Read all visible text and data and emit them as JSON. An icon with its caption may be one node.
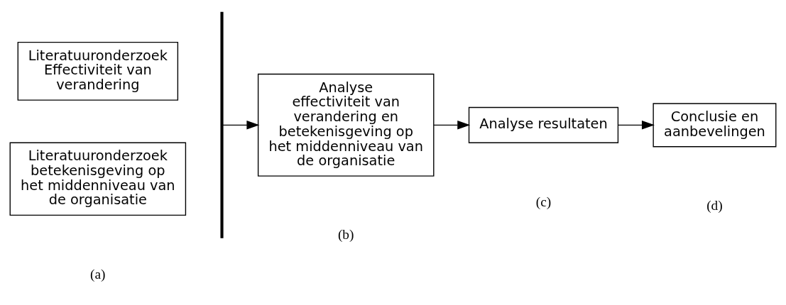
{
  "diagram": {
    "nodes": [
      {
        "text": [
          "Literatuuronderzoek Effectiviteit van verandering"
        ]
      },
      {
        "text": [
          "Literatuuronderzoek betekenisgeving op het middenniveau van de organisatie"
        ]
      },
      {
        "text": [],
        "shape": "bar"
      },
      {
        "text": [
          "Analyse effectiviteit van verandering en betekenisgeving op het middenniveau van de organisatie"
        ]
      },
      {
        "text": [
          "Analyse resultaten"
        ]
      },
      {
        "text": [
          "Conclusie en aanbevelingen"
        ]
      }
    ],
    "edges": [
      {
        "from": 2,
        "to": 3,
        "arrow": "to"
      },
      {
        "from": 3,
        "to": 4,
        "arrow": "to"
      },
      {
        "from": 4,
        "to": 5,
        "arrow": "to"
      }
    ],
    "labels": [
      "(a)",
      "(b)",
      "(c)",
      "(d)"
    ]
  }
}
